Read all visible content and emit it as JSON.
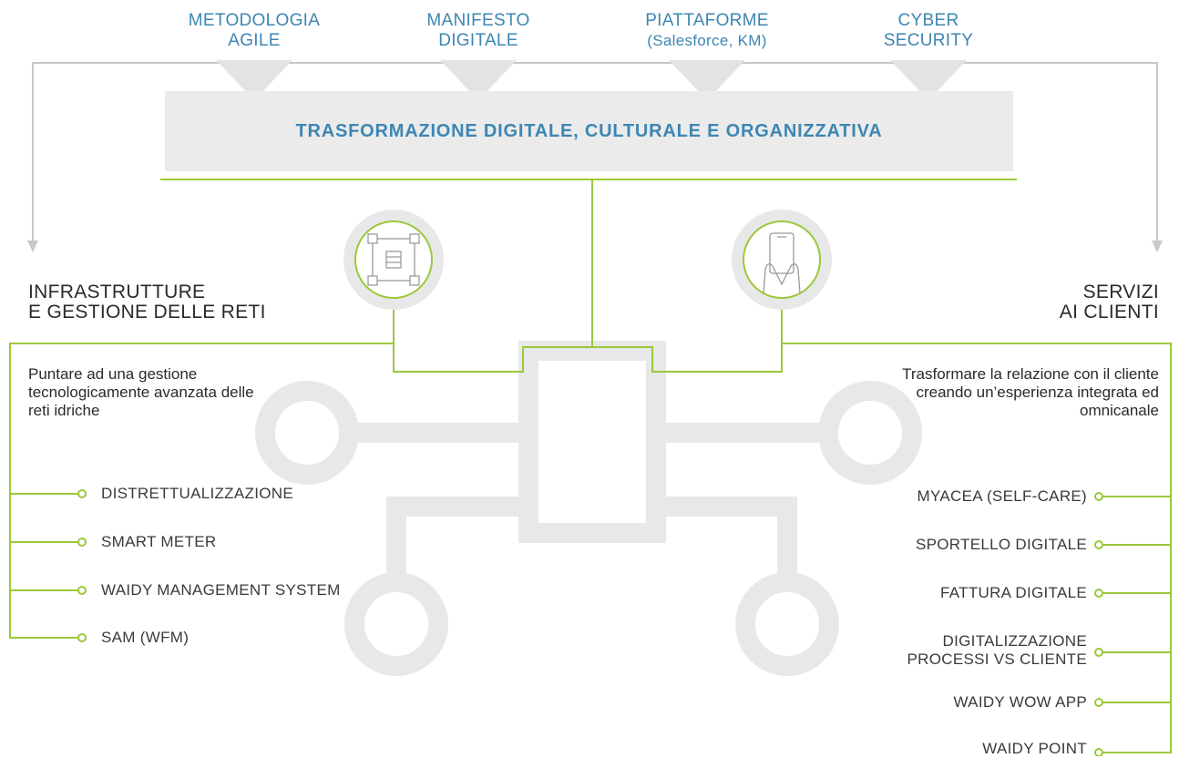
{
  "colors": {
    "accent_green": "#9bc83a",
    "accent_blue": "#3d86b3",
    "banner_gray": "#ebebeb",
    "circuit_gray": "#e8e8e8"
  },
  "top_inputs": [
    {
      "line1": "METODOLOGIA",
      "line2": "AGILE"
    },
    {
      "line1": "MANIFESTO",
      "line2": "DIGITALE"
    },
    {
      "line1": "PIATTAFORME",
      "line2": "(Salesforce, KM)"
    },
    {
      "line1": "CYBER",
      "line2": "SECURITY"
    }
  ],
  "banner": {
    "title": "TRASFORMAZIONE DIGITALE, CULTURALE E ORGANIZZATIVA"
  },
  "left": {
    "title_line1": "INFRASTRUTTURE",
    "title_line2": "E GESTIONE DELLE RETI",
    "description": "Puntare ad una gestione tecnologicamente avanzata delle reti idriche",
    "icon": "network-diagram-icon",
    "items": [
      "DISTRETTUALIZZAZIONE",
      "SMART METER",
      "WAIDY MANAGEMENT SYSTEM",
      "SAM (WFM)"
    ]
  },
  "right": {
    "title_line1": "SERVIZI",
    "title_line2": "AI CLIENTI",
    "description": "Trasformare la relazione con il cliente creando un’esperienza integrata ed omnicanale",
    "icon": "smartphone-hand-icon",
    "items": [
      {
        "line1": "MYACEA (SELF-CARE)"
      },
      {
        "line1": "SPORTELLO DIGITALE"
      },
      {
        "line1": "FATTURA DIGITALE"
      },
      {
        "line1": "DIGITALIZZAZIONE",
        "line2": "PROCESSI VS CLIENTE"
      },
      {
        "line1": "WAIDY WOW APP"
      },
      {
        "line1": "WAIDY POINT"
      }
    ]
  }
}
